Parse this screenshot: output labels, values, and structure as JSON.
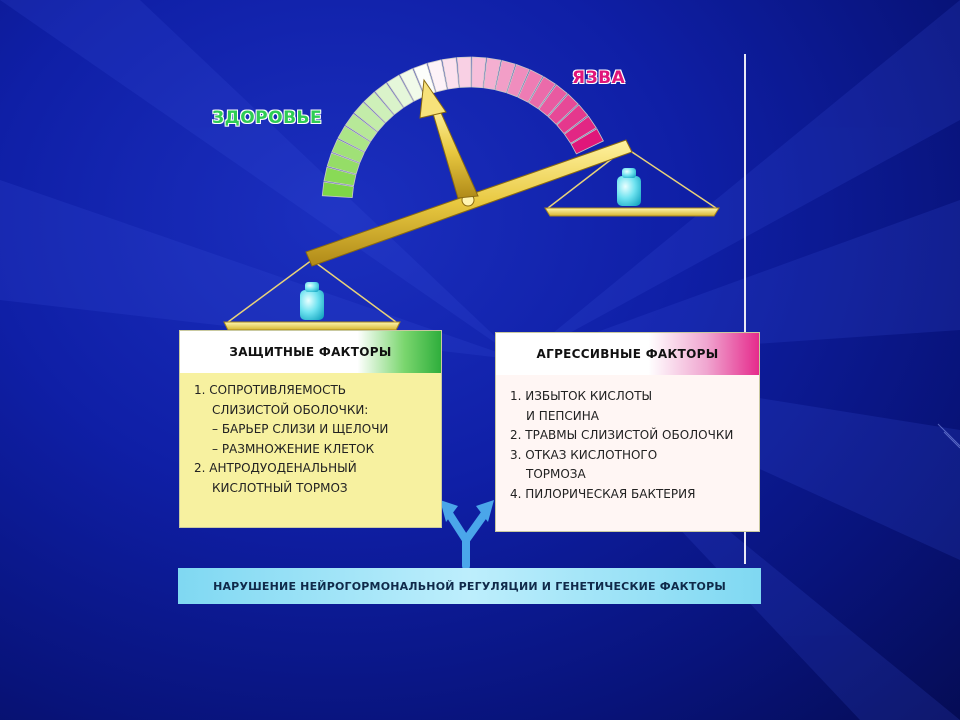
{
  "gauge": {
    "left_label": "ЗДОРОВЬЕ",
    "right_label": "ЯЗВА",
    "needle_value": 0.42,
    "colors": {
      "health": "#2ecc55",
      "ulcer": "#e0167a"
    }
  },
  "defensive": {
    "title": "ЗАЩИТНЫЕ ФАКТОРЫ",
    "items": [
      "1. СОПРОТИВЛЯЕМОСТЬ",
      "СЛИЗИСТОЙ ОБОЛОЧКИ:",
      "– БАРЬЕР СЛИЗИ И ЩЕЛОЧИ",
      "– РАЗМНОЖЕНИЕ КЛЕТОК",
      "2. АНТРОДУОДЕНАЛЬНЫЙ",
      "КИСЛОТНЫЙ ТОРМОЗ"
    ]
  },
  "aggressive": {
    "title": "АГРЕССИВНЫЕ ФАКТОРЫ",
    "items": [
      "1. ИЗБЫТОК КИСЛОТЫ",
      "И ПЕПСИНА",
      "2. ТРАВМЫ СЛИЗИСТОЙ ОБОЛОЧКИ",
      "3. ОТКАЗ КИСЛОТНОГО",
      "ТОРМОЗА",
      "4. ПИЛОРИЧЕСКАЯ БАКТЕРИЯ"
    ]
  },
  "bottom": {
    "text": "НАРУШЕНИЕ НЕЙРОГОРМОНАЛЬНОЙ РЕГУЛЯЦИИ И ГЕНЕТИЧЕСКИЕ ФАКТОРЫ"
  }
}
